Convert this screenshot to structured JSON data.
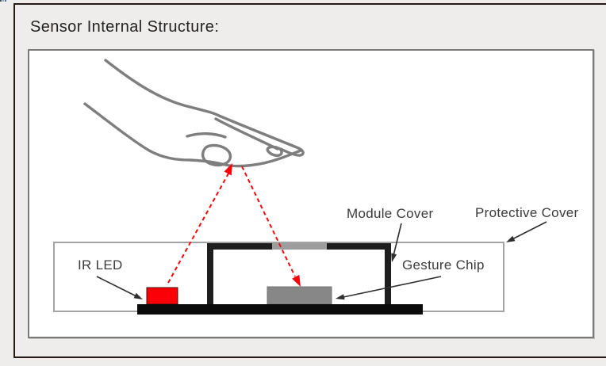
{
  "title": "Sensor Internal Structure:",
  "labels": {
    "ir_led": "IR LED",
    "module_cover": "Module Cover",
    "protective_cover": "Protective Cover",
    "gesture_chip": "Gesture Chip"
  },
  "icons": {
    "hand": "hand-icon",
    "ir_beam_up": "ir-beam-up-arrow-icon",
    "ir_beam_down": "ir-beam-down-arrow-icon"
  },
  "colors": {
    "accent_red": "#f80308",
    "ir_led_fill": "#fb0006",
    "gesture_chip_fill": "#878787",
    "module_cover_fill": "#1e1e1e",
    "pcb_fill": "#0b0b0b",
    "cover_window_fill": "#9d9d9d",
    "protective_cover_stroke": "#a3a3a3",
    "hand_stroke": "#7e7e7e",
    "frame_border": "#241b17"
  }
}
